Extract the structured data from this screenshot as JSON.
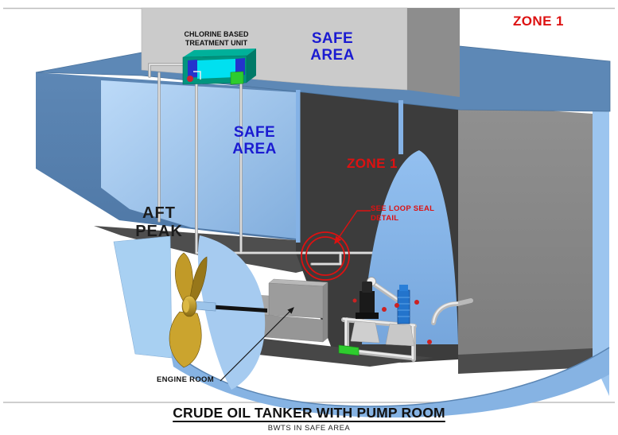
{
  "title_block": {
    "title": "CRUDE OIL TANKER WITH PUMP ROOM",
    "subtitle": "BWTS IN SAFE AREA"
  },
  "zone_labels": {
    "top_right": "ZONE 1",
    "pump_room": "ZONE 1"
  },
  "safe_area_labels": {
    "deckhouse": {
      "line1": "SAFE",
      "line2": "AREA"
    },
    "engine_casing": {
      "line1": "SAFE",
      "line2": "AREA"
    }
  },
  "callouts": {
    "treatment_unit": {
      "line1": "CHLORINE BASED",
      "line2": "TREATMENT UNIT"
    },
    "aft_peak": {
      "line1": "AFT",
      "line2": "PEAK"
    },
    "loop_seal_note": {
      "line1": "SEE LOOP SEAL",
      "line2": "DETAIL"
    },
    "engine_room": "ENGINE ROOM"
  },
  "colors": {
    "zone_red": "#dd1111",
    "safe_blue": "#1b1bd1",
    "deck_blue": "#5d88b6",
    "inner_hull_blue": "#a5cbf0",
    "pump_room_dark": "#3c3c3c",
    "bulkhead_gray": "#888888",
    "superstructure_gray": "#cbcbcb",
    "treatment_unit_teal": "#00957f",
    "treatment_unit_cyan": "#00e0f0",
    "propeller_gold": "#c8a02c",
    "filter_blue": "#2374cc",
    "valve_red": "#cc2222",
    "skid_green": "#2ecc2e"
  }
}
